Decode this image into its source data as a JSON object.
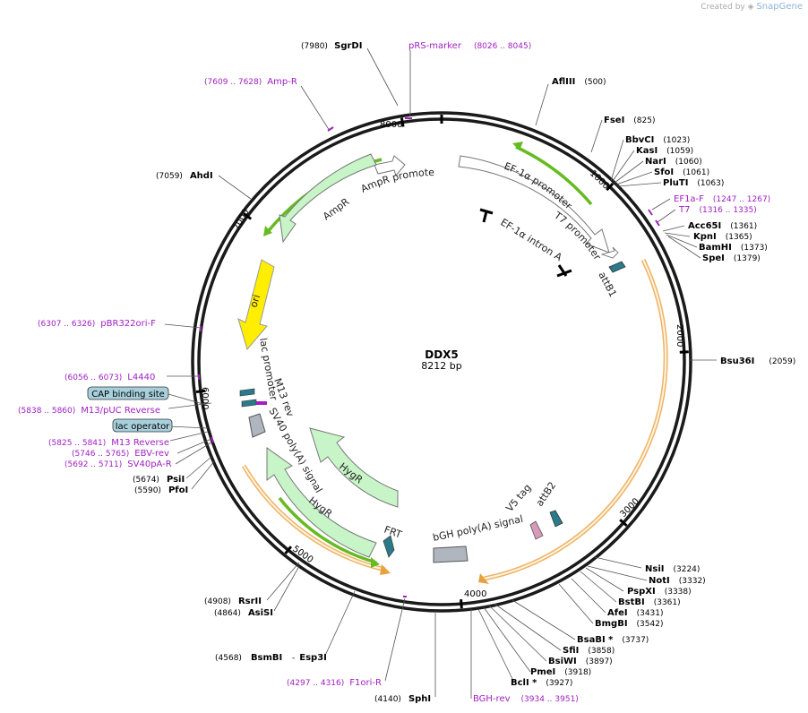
{
  "credit": {
    "prefix": "Created by",
    "brand": "SnapGene"
  },
  "plasmid": {
    "name": "DDX5",
    "length_label": "8212 bp",
    "length": 8212
  },
  "ticks": [
    {
      "bp": 1000,
      "label": "1000"
    },
    {
      "bp": 2000,
      "label": "2000"
    },
    {
      "bp": 3000,
      "label": "3000"
    },
    {
      "bp": 4000,
      "label": "4000"
    },
    {
      "bp": 5000,
      "label": "5000"
    },
    {
      "bp": 6000,
      "label": "6000"
    },
    {
      "bp": 7000,
      "label": "7000"
    },
    {
      "bp": 8000,
      "label": "8000"
    }
  ],
  "colors": {
    "backbone": "#1a1a1a",
    "primer": "#a020c0",
    "green": "#66bb22",
    "orange": "#e8a040",
    "feature_fill": "#c8f5c8",
    "ori": "#ffee00",
    "misc": "#b0b6c0",
    "box": "#a8d0dc"
  },
  "enzymes": [
    {
      "name": "SgrDI",
      "pos": "(7980)",
      "bp": 7980
    },
    {
      "name": "AflIII",
      "pos": "(500)",
      "bp": 500
    },
    {
      "name": "FseI",
      "pos": "(825)",
      "bp": 825
    },
    {
      "name": "BbvCI",
      "pos": "(1023)",
      "bp": 1023
    },
    {
      "name": "KasI",
      "pos": "(1059)",
      "bp": 1059
    },
    {
      "name": "NarI",
      "pos": "(1060)",
      "bp": 1060
    },
    {
      "name": "SfoI",
      "pos": "(1061)",
      "bp": 1061
    },
    {
      "name": "PluTI",
      "pos": "(1063)",
      "bp": 1063
    },
    {
      "name": "Acc65I",
      "pos": "(1361)",
      "bp": 1361
    },
    {
      "name": "KpnI",
      "pos": "(1365)",
      "bp": 1365
    },
    {
      "name": "BamHI",
      "pos": "(1373)",
      "bp": 1373
    },
    {
      "name": "SpeI",
      "pos": "(1379)",
      "bp": 1379
    },
    {
      "name": "Bsu36I",
      "pos": "(2059)",
      "bp": 2059
    },
    {
      "name": "NsiI",
      "pos": "(3224)",
      "bp": 3224
    },
    {
      "name": "NotI",
      "pos": "(3332)",
      "bp": 3332
    },
    {
      "name": "PspXI",
      "pos": "(3338)",
      "bp": 3338
    },
    {
      "name": "BstBI",
      "pos": "(3361)",
      "bp": 3361
    },
    {
      "name": "AfeI",
      "pos": "(3431)",
      "bp": 3431
    },
    {
      "name": "BmgBI",
      "pos": "(3542)",
      "bp": 3542
    },
    {
      "name": "BsaBI *",
      "pos": "(3737)",
      "bp": 3737
    },
    {
      "name": "SfiI",
      "pos": "(3858)",
      "bp": 3858
    },
    {
      "name": "BsiWI",
      "pos": "(3897)",
      "bp": 3897
    },
    {
      "name": "PmeI",
      "pos": "(3918)",
      "bp": 3918
    },
    {
      "name": "BclI *",
      "pos": "(3927)",
      "bp": 3927
    },
    {
      "name": "SphI",
      "pos": "(4140)",
      "bp": 4140
    },
    {
      "name": "BsmBI",
      "pos": "(4568)",
      "bp": 4568
    },
    {
      "name": "Esp3I",
      "pos": "-",
      "bp": 4568
    },
    {
      "name": "AsiSI",
      "pos": "(4864)",
      "bp": 4864
    },
    {
      "name": "RsrII",
      "pos": "(4908)",
      "bp": 4908
    },
    {
      "name": "PfoI",
      "pos": "(5590)",
      "bp": 5590
    },
    {
      "name": "PsiI",
      "pos": "(5674)",
      "bp": 5674
    },
    {
      "name": "AhdI",
      "pos": "(7059)",
      "bp": 7059
    }
  ],
  "primers": [
    {
      "name": "pRS-marker",
      "pos": "(8026 .. 8045)",
      "bp": 8035
    },
    {
      "name": "Amp-R",
      "pos": "(7609 .. 7628)",
      "bp": 7618
    },
    {
      "name": "EF1a-F",
      "pos": "(1247 .. 1267)",
      "bp": 1257
    },
    {
      "name": "T7",
      "pos": "(1316 .. 1335)",
      "bp": 1325
    },
    {
      "name": "pBR322ori-F",
      "pos": "(6307 .. 6326)",
      "bp": 6316
    },
    {
      "name": "L4440",
      "pos": "(6056 .. 6073)",
      "bp": 6064
    },
    {
      "name": "M13/pUC Reverse",
      "pos": "(5838 .. 5860)",
      "bp": 5849
    },
    {
      "name": "M13 Reverse",
      "pos": "(5825 .. 5841)",
      "bp": 5833
    },
    {
      "name": "EBV-rev",
      "pos": "(5746 .. 5765)",
      "bp": 5755
    },
    {
      "name": "SV40pA-R",
      "pos": "(5692 .. 5711)",
      "bp": 5701
    },
    {
      "name": "F1ori-R",
      "pos": "(4297 .. 4316)",
      "bp": 4306
    },
    {
      "name": "BGH-rev",
      "pos": "(3934 .. 3951)",
      "bp": 3942
    }
  ],
  "boxed_features": [
    {
      "name": "CAP binding site"
    },
    {
      "name": "lac operator"
    }
  ],
  "features": [
    {
      "name": "EF-1α promoter"
    },
    {
      "name": "EF-1α intron A"
    },
    {
      "name": "T7 promoter"
    },
    {
      "name": "attB1"
    },
    {
      "name": "AmpR promoter"
    },
    {
      "name": "AmpR"
    },
    {
      "name": "ori"
    },
    {
      "name": "lac promoter"
    },
    {
      "name": "M13 rev"
    },
    {
      "name": "SV40 poly(A) signal"
    },
    {
      "name": "HygR"
    },
    {
      "name": "HygR"
    },
    {
      "name": "FRT"
    },
    {
      "name": "bGH poly(A) signal"
    },
    {
      "name": "V5 tag"
    },
    {
      "name": "attB2"
    }
  ]
}
